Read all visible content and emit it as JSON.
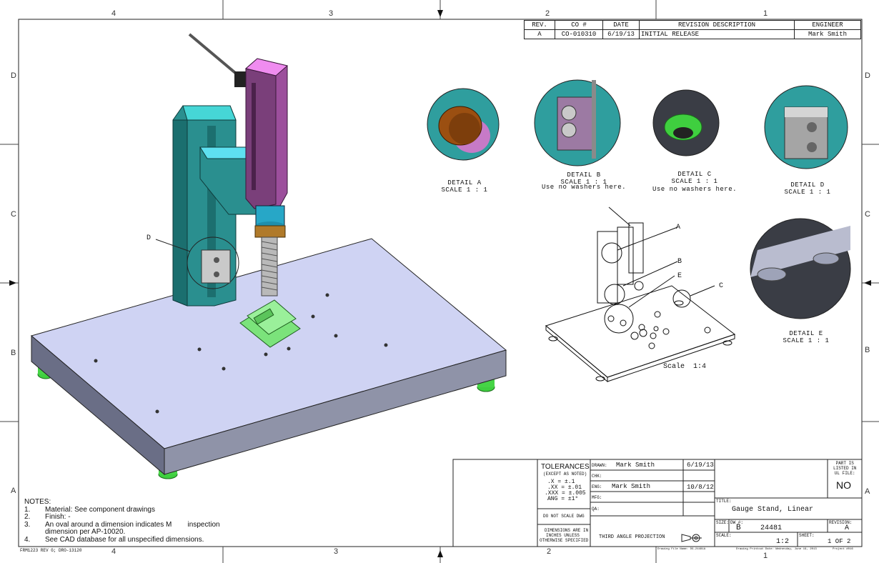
{
  "zones": {
    "top": [
      "4",
      "3",
      "2",
      "1"
    ],
    "bottom": [
      "4",
      "3",
      "2",
      "1"
    ],
    "left": [
      "D",
      "C",
      "B",
      "A"
    ],
    "right": [
      "D",
      "C",
      "B",
      "A"
    ]
  },
  "revision_table": {
    "headers": [
      "REV.",
      "CO #",
      "DATE",
      "REVISION DESCRIPTION",
      "ENGINEER"
    ],
    "rows": [
      [
        "A",
        "CO-010310",
        "6/19/13",
        "INITIAL RELEASE",
        "Mark Smith"
      ]
    ]
  },
  "details": {
    "a": {
      "title": "DETAIL A",
      "scale": "SCALE 1 : 1"
    },
    "b": {
      "title": "DETAIL B",
      "scale": "SCALE 1 : 1",
      "note": "Use no washers here."
    },
    "c": {
      "title": "DETAIL C",
      "scale": "SCALE 1 : 1",
      "note": "Use no washers here."
    },
    "d": {
      "title": "DETAIL D",
      "scale": "SCALE 1 : 1"
    },
    "e": {
      "title": "DETAIL E",
      "scale": "SCALE 1 : 1"
    }
  },
  "callouts": {
    "main_d": "D",
    "iso_a": "A",
    "iso_b": "B",
    "iso_e": "E",
    "iso_c": "C",
    "iso_scale": "Scale  1:4"
  },
  "notes": {
    "heading": "NOTES:",
    "items": [
      {
        "num": "1.",
        "text": "Material: See component drawings"
      },
      {
        "num": "2.",
        "text": "Finish: -"
      },
      {
        "num": "3.",
        "text": "An oval around a dimension indicates M        inspection"
      },
      {
        "num": "",
        "text": "dimension per AP-10020."
      },
      {
        "num": "4.",
        "text": "See CAD database for all unspecified dimensions."
      }
    ]
  },
  "form_id": "FRM1223 REV G; DRO-13120",
  "title_block": {
    "tolerances": {
      "title": "TOLERANCES",
      "subtitle": "(EXCEPT AS NOTED)",
      "lines": [
        ".X = ±.1",
        ".XX = ±.01",
        ".XXX = ±.005",
        "ANG = ±1°"
      ]
    },
    "do_not_scale": "DO NOT SCALE DWG",
    "dimensions_note": [
      "DIMENSIONS ARE IN",
      "INCHES UNLESS",
      "OTHERWISE SPECIFIED"
    ],
    "drawn_label": "DRAWN:",
    "drawn_name": "Mark Smith",
    "drawn_date": "6/19/13",
    "chk_label": "CHK:",
    "eng_label": "ENG:",
    "eng_name": "Mark Smith",
    "eng_date": "10/8/12",
    "mfg_label": "MFG:",
    "qa_label": "QA:",
    "projection": "THIRD ANGLE PROJECTION",
    "ul_label": [
      "PART IS",
      "LISTED IN",
      "UL FILE:"
    ],
    "ul_value": "NO",
    "title_label": "TITLE:",
    "title_value": "Gauge Stand, Linear",
    "size_label": "SIZE:",
    "size_value": "B",
    "dwg_label": "DW #:",
    "dwg_value": "24481",
    "revision_label": "REVISION:",
    "revision_value": "A",
    "scale_label": "SCALE:",
    "scale_value": "1:2",
    "sheet_label": "SHEET:",
    "sheet_value": "1 OF 2",
    "file_name": "Drawing File Name: DG-24481A",
    "printout_date": "Drawing Printout Date: Wednesday, June 19, 2013",
    "software": "Project #016"
  }
}
